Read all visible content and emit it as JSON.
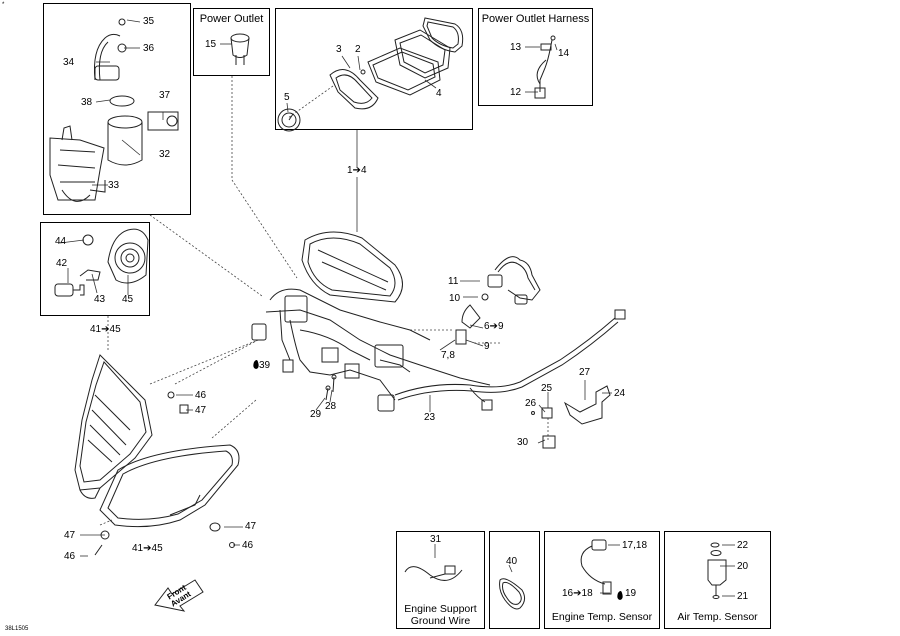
{
  "doc_code": "38L1505",
  "corner_mark": "*",
  "boxes": {
    "power_outlet": "Power Outlet",
    "power_outlet_harness": "Power Outlet Harness",
    "engine_support": "Engine Support\nGround Wire",
    "engine_temp": "Engine Temp. Sensor",
    "air_temp": "Air Temp. Sensor"
  },
  "front_arrow": {
    "line1": "Front",
    "line2": "Avant"
  },
  "callouts": {
    "c35": "35",
    "c36": "36",
    "c34": "34",
    "c37": "37",
    "c38": "38",
    "c32": "32",
    "c33": "33",
    "c15": "15",
    "c3": "3",
    "c2": "2",
    "c4": "4",
    "c5": "5",
    "c1to4": "1➔4",
    "c13": "13",
    "c14": "14",
    "c12": "12",
    "c44": "44",
    "c42": "42",
    "c43": "43",
    "c45": "45",
    "c41to45a": "41➔45",
    "c11": "11",
    "c10": "10",
    "c6to9": "6➔9",
    "c78": "7,8",
    "c9": "9",
    "c39": "39",
    "c46a": "46",
    "c47a": "47",
    "c29": "29",
    "c28": "28",
    "c23": "23",
    "c25": "25",
    "c27": "27",
    "c24": "24",
    "c26": "26",
    "c30": "30",
    "c47b": "47",
    "c46b": "46",
    "c47c": "47",
    "c46c": "46",
    "c41to45b": "41➔45",
    "c31": "31",
    "c40": "40",
    "c1718": "17,18",
    "c16to18": "16➔18",
    "c19": "19",
    "c22": "22",
    "c20": "20",
    "c21": "21"
  }
}
